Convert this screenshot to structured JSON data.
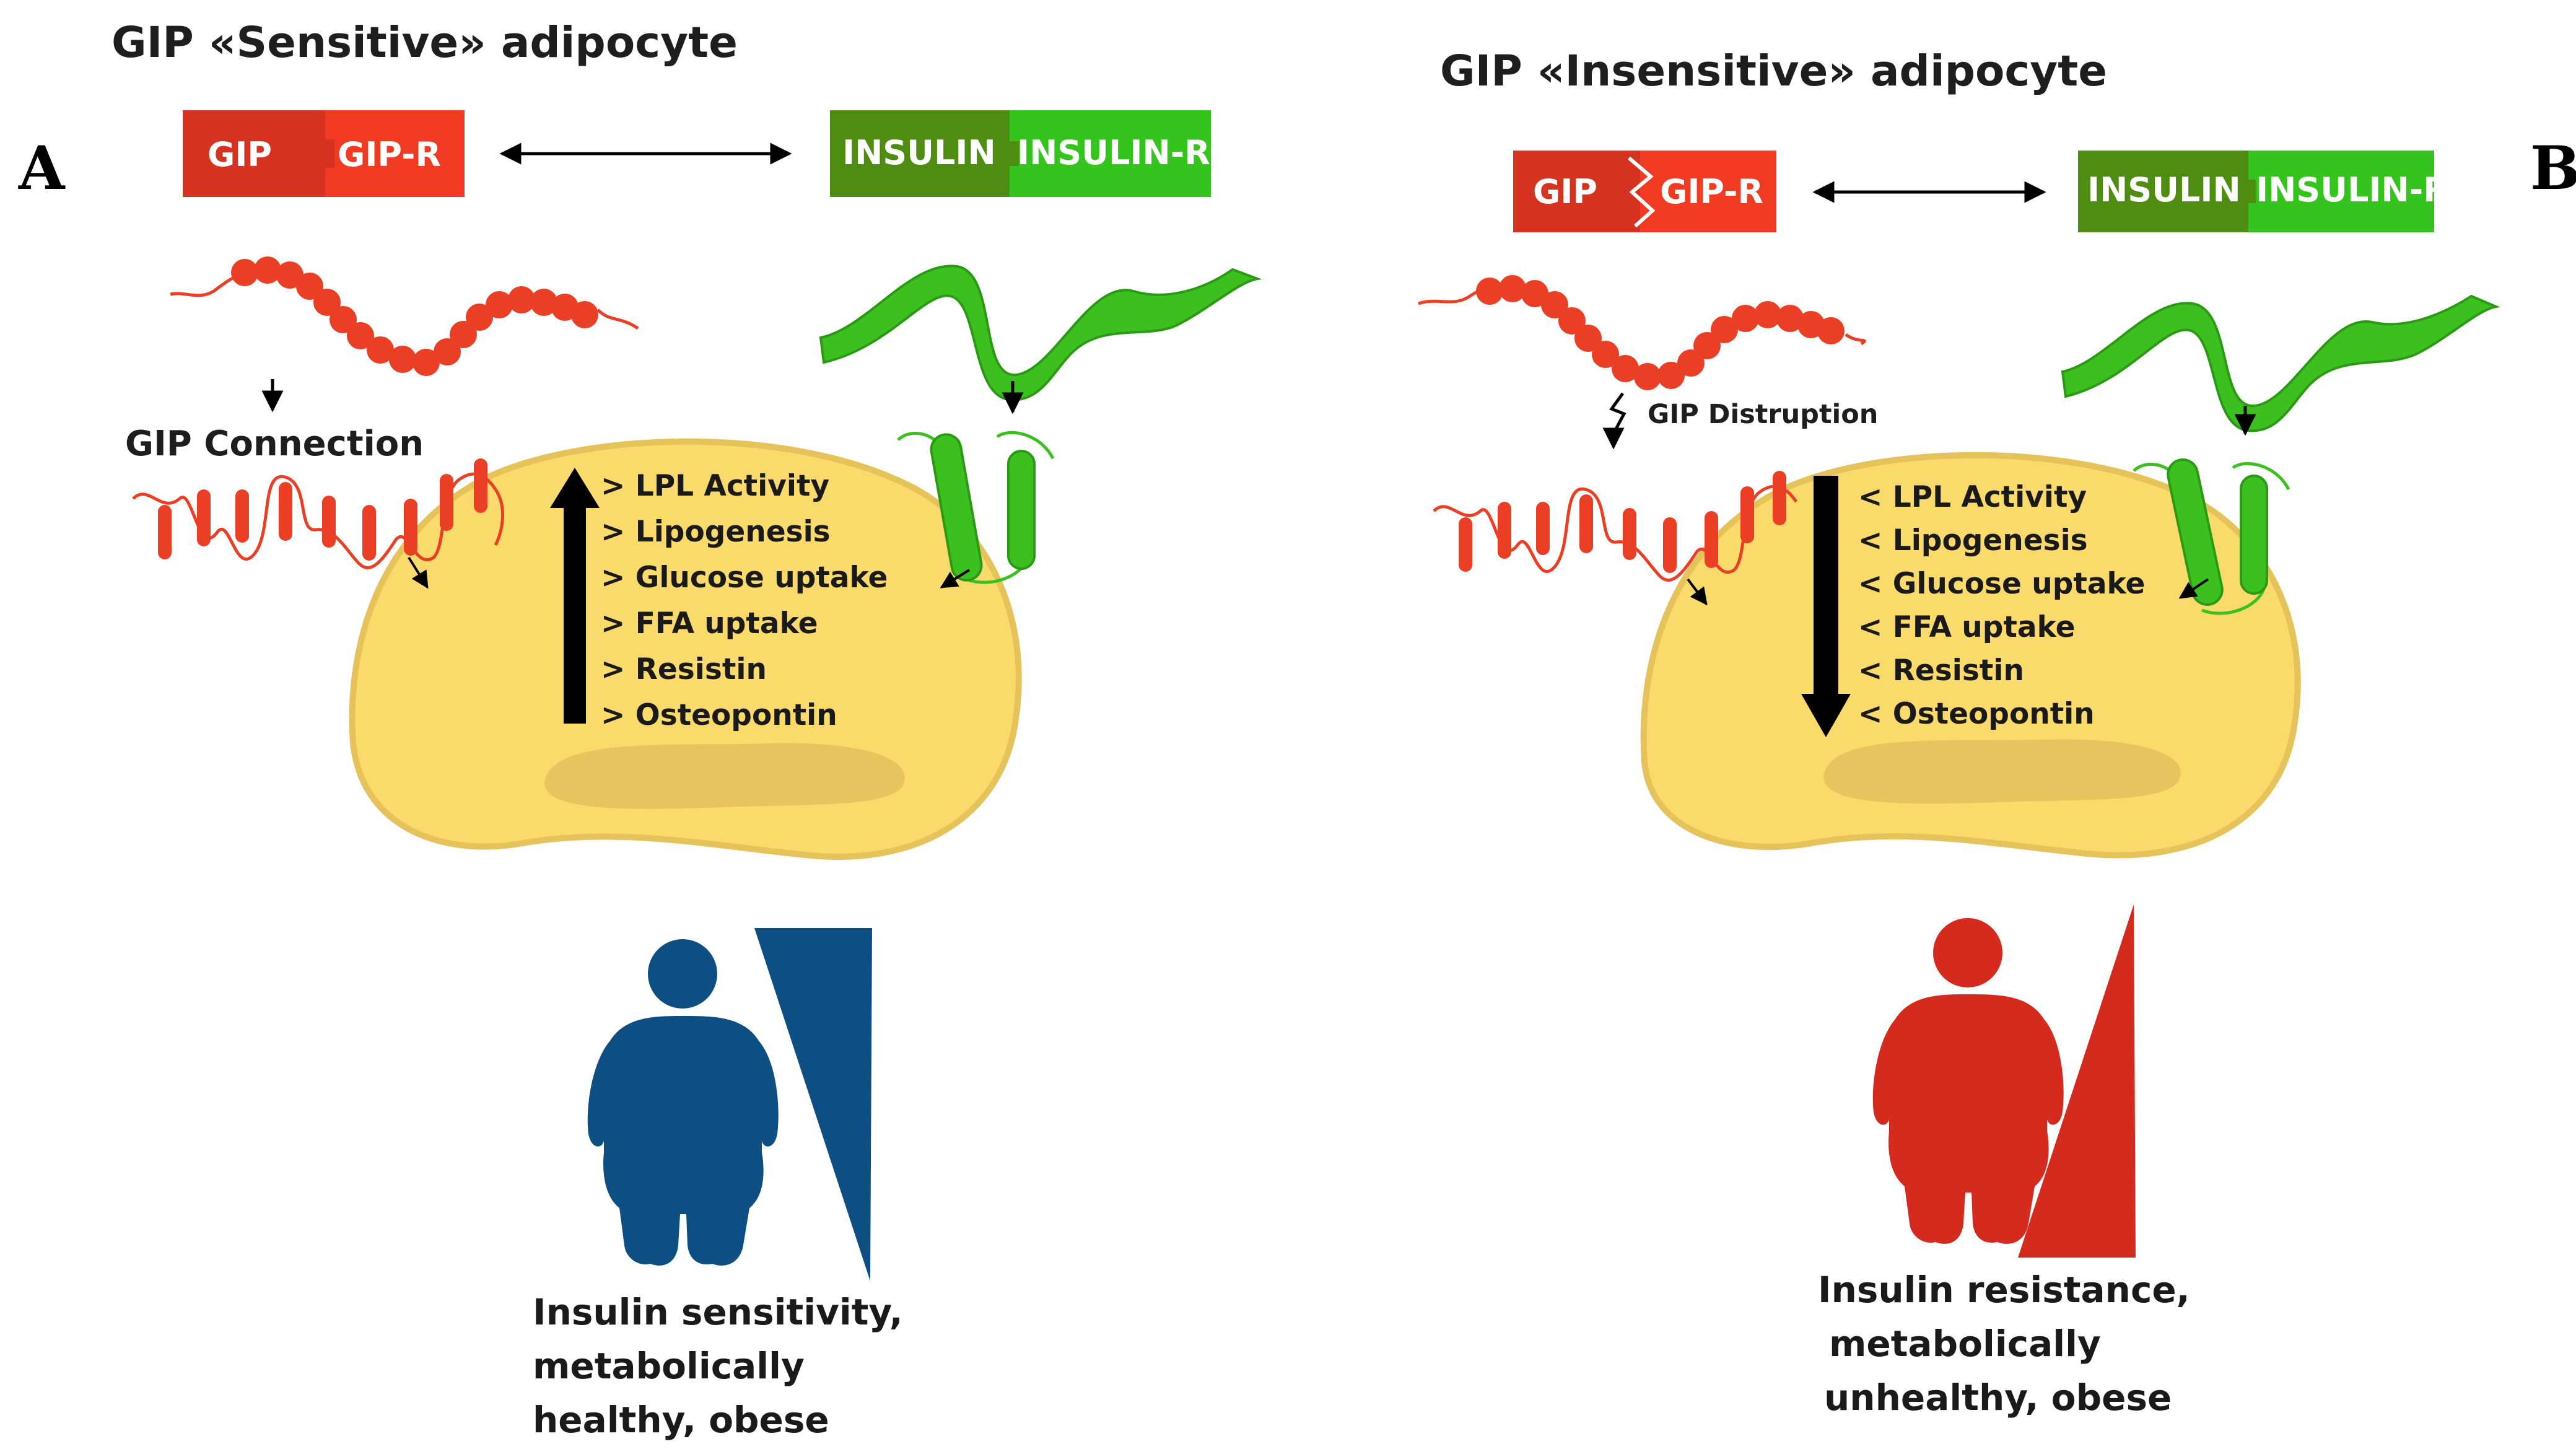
{
  "panels": [
    {
      "letter": "A",
      "title": "GIP «Sensitive» adipocyte",
      "gip_label": "GIP",
      "gipr_label": "GIP-R",
      "insulin_label": "INSULIN",
      "insulinr_label": "INSULIN-R",
      "connection_label": "GIP Connection",
      "arrow_direction": "up",
      "effects": [
        "> LPL Activity",
        "> Lipogenesis",
        "> Glucose uptake",
        "> FFA uptake",
        "> Resistin",
        "> Osteopontin"
      ],
      "outcome_lines": [
        "Insulin sensitivity,",
        "metabolically",
        "healthy, obese"
      ],
      "figure_color": "#0d4f82",
      "gip_color": "#d63220",
      "gipr_color": "#f03a22",
      "insulin_color": "#4f8c12",
      "insulinr_color": "#35c41d"
    },
    {
      "letter": "B",
      "title": "GIP «Insensitive» adipocyte",
      "gip_label": "GIP",
      "gipr_label": "GIP-R",
      "insulin_label": "INSULIN",
      "insulinr_label": "INSULIN-R",
      "connection_label": "GIP Distruption",
      "arrow_direction": "down",
      "effects": [
        "< LPL Activity",
        "< Lipogenesis",
        "< Glucose uptake",
        "< FFA uptake",
        "< Resistin",
        "< Osteopontin"
      ],
      "outcome_lines": [
        "Insulin resistance,",
        "metabolically",
        "unhealthy, obese"
      ],
      "figure_color": "#d52b1e",
      "gip_color": "#d63220",
      "gipr_color": "#f03a22",
      "insulin_color": "#4f8c12",
      "insulinr_color": "#35c41d"
    }
  ],
  "colors": {
    "cell_fill": "#fada6a",
    "cell_stroke": "#e5c35a",
    "nucleus": "#e8c35e",
    "peptide_red": "#ea3f24",
    "insulin_green": "#3cc01f"
  }
}
